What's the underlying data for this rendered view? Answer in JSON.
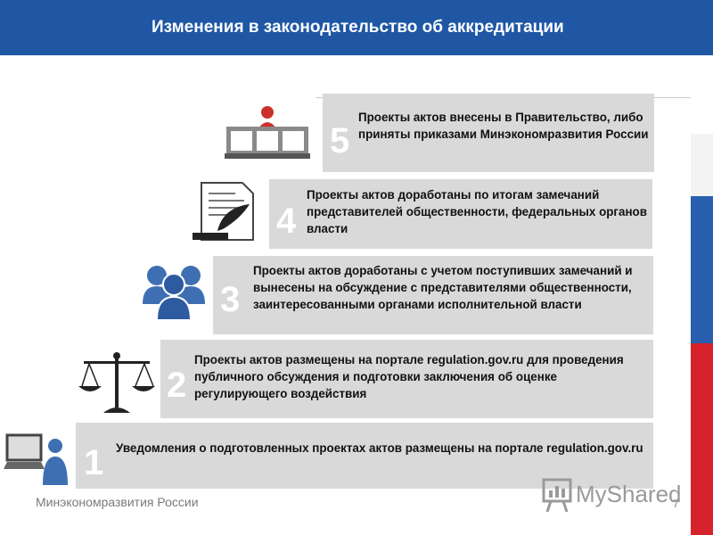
{
  "header": {
    "title": "Изменения в законодательство об аккредитации"
  },
  "steps": [
    {
      "number": "5",
      "text": "Проекты актов внесены в Правительство, либо приняты приказами Минэкономразвития России",
      "icon": "government-icon"
    },
    {
      "number": "4",
      "text": "Проекты актов доработаны по итогам замечаний представителей общественности, федеральных органов власти",
      "icon": "document-quill-icon"
    },
    {
      "number": "3",
      "text": "Проекты актов доработаны с учетом поступивших замечаний и вынесены на обсуждение с представителями общественности, заинтересованными органами исполнительной власти",
      "icon": "people-group-icon"
    },
    {
      "number": "2",
      "text": "Проекты актов размещены на портале regulation.gov.ru для проведения публичного обсуждения и подготовки заключения об оценке регулирующего воздействия",
      "icon": "scales-icon"
    },
    {
      "number": "1",
      "text": "Уведомления о подготовленных проектах актов размещены на портале regulation.gov.ru",
      "icon": "computer-user-icon"
    }
  ],
  "footer": {
    "org": "Минэкономразвития России",
    "page": "7"
  },
  "watermark": {
    "text": "MyShared"
  },
  "colors": {
    "header": "#1f57a5",
    "step_bg": "#d9d9d9",
    "flag_blue": "#2a5fb0",
    "flag_red": "#d6232b"
  }
}
